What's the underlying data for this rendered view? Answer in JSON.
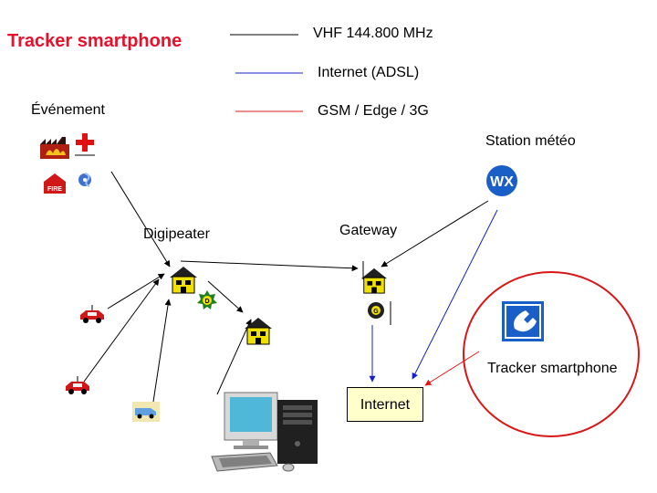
{
  "title": "Tracker smartphone",
  "legend": {
    "vhf": "VHF 144.800 MHz",
    "internet": "Internet (ADSL)",
    "gsm": "GSM / Edge / 3G"
  },
  "labels": {
    "event": "Événement",
    "weather_station": "Station météo",
    "digipeater": "Digipeater",
    "gateway": "Gateway",
    "tracker": "Tracker smartphone",
    "internet_node": "Internet",
    "fire_sign": "FIRE",
    "wx_icon": "WX",
    "digi_badge": "D",
    "gateway_badge": "G"
  },
  "colors": {
    "title": "#e8102a",
    "vhf_line": "#000000",
    "internet_line": "#1520c8",
    "gsm_line": "#e01818",
    "tracker_circle": "#d81818",
    "internet_box": "#ffffcc",
    "wx_blue": "#1a5fc8",
    "phone_blue": "#1a5fc8",
    "house_yellow": "#f0e000"
  },
  "icons": [
    "factory-fire-icon",
    "red-cross-icon",
    "fire-station-icon",
    "hurricane-icon",
    "wx-station-icon",
    "house-icon",
    "digi-badge-icon",
    "gateway-badge-icon",
    "car-icon",
    "van-icon",
    "phone-icon",
    "computer-icon",
    "monitor-icon",
    "tower-pc-icon",
    "keyboard-icon",
    "mouse-icon"
  ]
}
